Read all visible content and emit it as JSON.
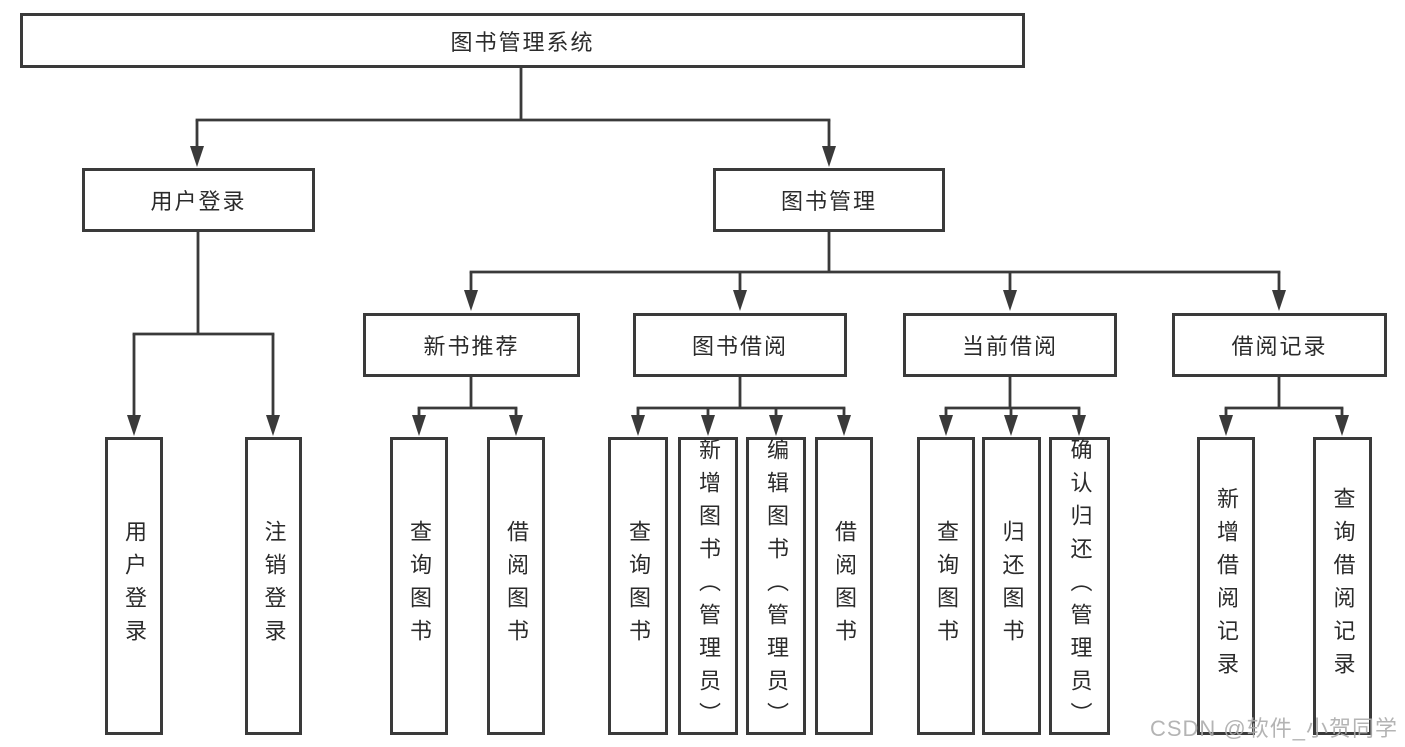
{
  "diagram": {
    "root": {
      "label": "图书管理系统"
    },
    "branches": [
      {
        "label": "用户登录",
        "children": [
          {
            "label": "用户登录"
          },
          {
            "label": "注销登录"
          }
        ]
      },
      {
        "label": "图书管理",
        "children": [
          {
            "label": "新书推荐",
            "children": [
              {
                "label": "查询图书"
              },
              {
                "label": "借阅图书"
              }
            ]
          },
          {
            "label": "图书借阅",
            "children": [
              {
                "label": "查询图书"
              },
              {
                "label": "新增图书（管理员）"
              },
              {
                "label": "编辑图书（管理员）"
              },
              {
                "label": "借阅图书"
              }
            ]
          },
          {
            "label": "当前借阅",
            "children": [
              {
                "label": "查询图书"
              },
              {
                "label": "归还图书"
              },
              {
                "label": "确认归还（管理员）"
              }
            ]
          },
          {
            "label": "借阅记录",
            "children": [
              {
                "label": "新增借阅记录"
              },
              {
                "label": "查询借阅记录"
              }
            ]
          }
        ]
      }
    ]
  },
  "watermark": {
    "text": "CSDN @软件_小贺同学",
    "color": "#acacac"
  },
  "colors": {
    "line": "#3a3a3a",
    "background": "#ffffff",
    "text": "#2b2b2b"
  }
}
